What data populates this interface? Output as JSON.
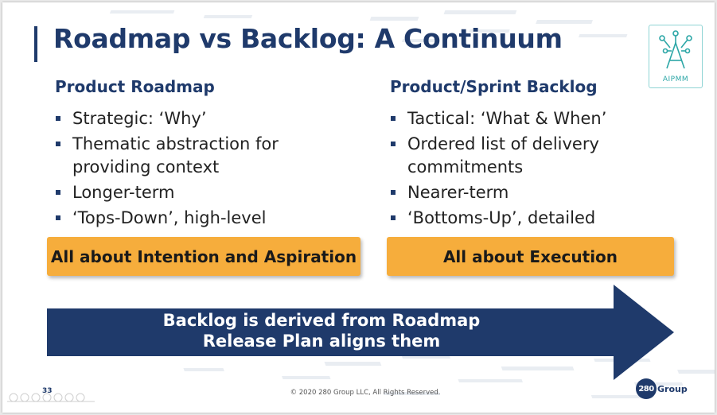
{
  "slide": {
    "title": "Roadmap vs Backlog: A Continuum",
    "left_column": {
      "heading": "Product Roadmap",
      "bullets": [
        "Strategic: ‘Why’",
        "Thematic abstraction for providing context",
        "Longer-term",
        "‘Tops-Down’, high-level"
      ],
      "callout": "All about Intention and Aspiration"
    },
    "right_column": {
      "heading": "Product/Sprint Backlog",
      "bullets": [
        "Tactical: ‘What & When’",
        "Ordered list of delivery commitments",
        "Nearer-term",
        "‘Bottoms-Up’, detailed"
      ],
      "callout": "All about Execution"
    },
    "arrow": {
      "line1": "Backlog is derived from Roadmap",
      "line2": "Release Plan aligns them"
    },
    "footer": {
      "page_number": "33",
      "copyright": "© 2020 280 Group LLC, All Rights Reserved.",
      "group_logo_number": "280",
      "group_logo_word": "Group"
    },
    "aipmm_logo": {
      "label": "AIPMM"
    }
  },
  "colors": {
    "navy": "#1f3a6b",
    "callout_orange": "#f6ad3c",
    "teal": "#2ba6a6",
    "text": "#222222"
  },
  "icons": [
    "aipmm-a-icon",
    "bullet-square-icon",
    "right-arrow-shape"
  ]
}
